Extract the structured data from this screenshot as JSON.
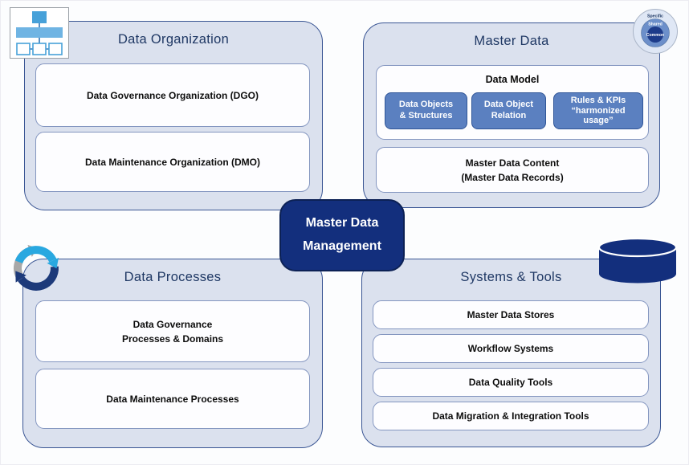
{
  "center_box": {
    "lines": [
      "Master Data",
      "Management"
    ]
  },
  "panels": {
    "data_organization": {
      "title": "Data Organization",
      "boxes": [
        {
          "lines": [
            "Data Governance Organization (DGO)"
          ]
        },
        {
          "lines": [
            "Data Maintenance Organization (DMO)"
          ]
        }
      ]
    },
    "master_data": {
      "title": "Master Data",
      "data_model": {
        "title": "Data Model",
        "buttons": [
          {
            "lines": [
              "Data Objects",
              "& Structures"
            ]
          },
          {
            "lines": [
              "Data Object",
              "Relation"
            ]
          },
          {
            "lines": [
              "Rules & KPIs",
              "“harmonized",
              "usage”"
            ]
          }
        ]
      },
      "content_box": {
        "lines": [
          "Master Data Content",
          "(Master Data Records)"
        ]
      }
    },
    "data_processes": {
      "title": "Data Processes",
      "boxes": [
        {
          "lines": [
            "Data Governance",
            "Processes & Domains"
          ]
        },
        {
          "lines": [
            "Data Maintenance Processes"
          ]
        }
      ]
    },
    "systems_tools": {
      "title": "Systems & Tools",
      "boxes": [
        {
          "lines": [
            "Master Data Stores"
          ]
        },
        {
          "lines": [
            "Workflow Systems"
          ]
        },
        {
          "lines": [
            "Data Quality Tools"
          ]
        },
        {
          "lines": [
            "Data Migration & Integration Tools"
          ]
        }
      ]
    }
  },
  "scope_icon": {
    "labels": [
      "Specific",
      "Shared",
      "Common"
    ]
  },
  "colors": {
    "panel_fill": "#dbe1ee",
    "panel_border": "#3a5694",
    "box_border": "#8496c0",
    "button_fill": "#5b80c0",
    "button_border": "#2f5597",
    "center_fill": "#132f7d",
    "title_text": "#1f3864",
    "cycle_blue": "#29a8e0",
    "cycle_navy": "#1d3a7a",
    "cycle_gray": "#a8a8a8",
    "db_navy": "#132f7d",
    "orgchart_blue": "#47a1d9"
  }
}
